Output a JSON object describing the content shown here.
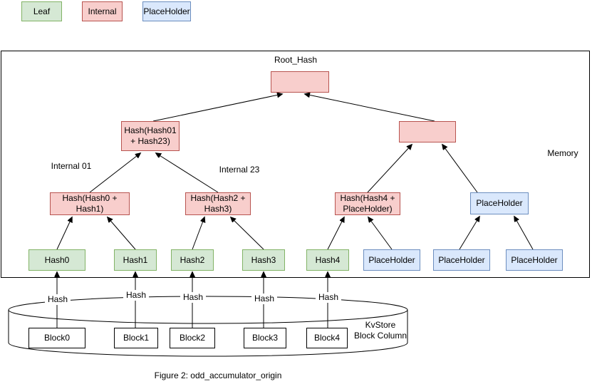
{
  "legend": {
    "items": [
      {
        "label": "Leaf",
        "type": "leaf"
      },
      {
        "label": "Internal",
        "type": "internal"
      },
      {
        "label": "PlaceHolder",
        "type": "placeholder"
      }
    ]
  },
  "labels": {
    "root": "Root_Hash",
    "internal01": "Internal 01",
    "internal23": "Internal 23",
    "memory": "Memory",
    "kvstore_line1": "KvStore",
    "kvstore_line2": "Block Column",
    "caption": "Figure 2: odd_accumulator_origin"
  },
  "tree": {
    "root_node": "",
    "level1_left": "Hash(Hash01 + Hash23)",
    "level1_right": "",
    "level2": [
      "Hash(Hash0 + Hash1)",
      "Hash(Hash2 + Hash3)",
      "Hash(Hash4 + PlaceHolder)",
      "PlaceHolder"
    ],
    "leaves": [
      "Hash0",
      "Hash1",
      "Hash2",
      "Hash3",
      "Hash4",
      "PlaceHolder",
      "PlaceHolder",
      "PlaceHolder"
    ],
    "blocks": [
      "Block0",
      "Block1",
      "Block2",
      "Block3",
      "Block4"
    ],
    "edge_labels": [
      "Hash",
      "Hash",
      "Hash",
      "Hash",
      "Hash"
    ]
  },
  "colors": {
    "leaf_fill": "#d5e8d4",
    "leaf_stroke": "#82b366",
    "internal_fill": "#f8cecc",
    "internal_stroke": "#b85450",
    "placeholder_fill": "#dae8fc",
    "placeholder_stroke": "#6c8ebf",
    "line": "#000000"
  }
}
